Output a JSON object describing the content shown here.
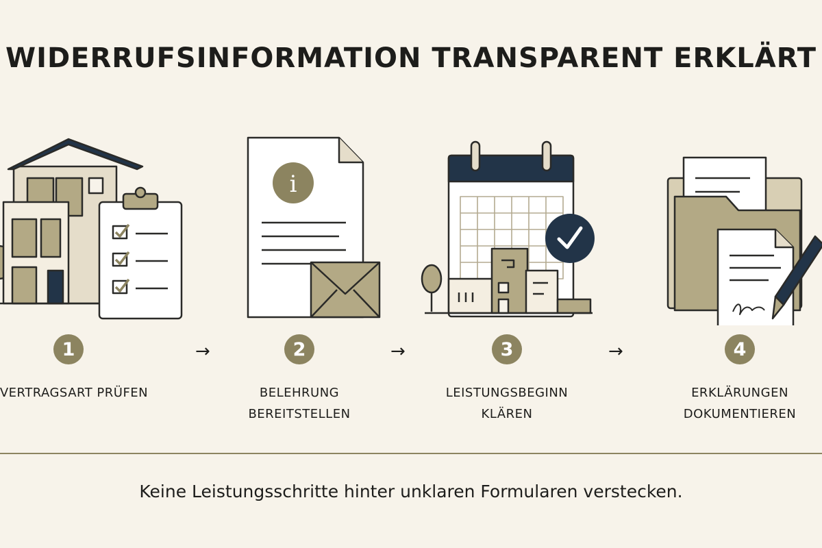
{
  "title": "WIDERRUFSINFORMATION TRANSPARENT ERKLÄRT",
  "steps": [
    {
      "number": "1",
      "label_lines": [
        "VERTRAGSART PRÜFEN"
      ],
      "icons": [
        "house-icon",
        "clipboard-checklist-icon"
      ]
    },
    {
      "number": "2",
      "label_lines": [
        "BELEHRUNG",
        "BEREITSTELLEN"
      ],
      "icons": [
        "info-document-icon",
        "envelope-icon"
      ]
    },
    {
      "number": "3",
      "label_lines": [
        "LEISTUNGSBEGINN",
        "KLÄREN"
      ],
      "icons": [
        "calendar-icon",
        "checkmark-icon",
        "buildings-icon"
      ]
    },
    {
      "number": "4",
      "label_lines": [
        "ERKLÄRUNGEN",
        "DOKUMENTIEREN"
      ],
      "icons": [
        "folder-icon",
        "signed-document-icon",
        "fountain-pen-icon"
      ]
    }
  ],
  "arrow_glyph": "→",
  "footer": "Keine Leistungsschritte hinter unklaren Formularen verstecken.",
  "colors": {
    "background": "#f7f3ea",
    "accent": "#8c8460",
    "accent_light": "#b3a985",
    "navy": "#223448",
    "ink": "#1d1d1b"
  }
}
